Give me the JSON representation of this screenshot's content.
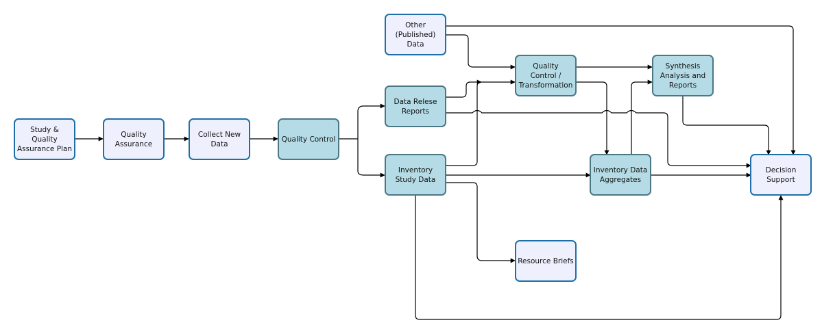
{
  "diagram": {
    "nodes": [
      {
        "id": "study_plan",
        "label": "Study &\nQuality\nAssurance Plan",
        "style": "a"
      },
      {
        "id": "quality_assurance",
        "label": "Quality\nAssurance",
        "style": "a"
      },
      {
        "id": "collect_new_data",
        "label": "Collect New\nData",
        "style": "a"
      },
      {
        "id": "quality_control",
        "label": "Quality Control",
        "style": "b"
      },
      {
        "id": "other_published_data",
        "label": "Other\n(Published)\nData",
        "style": "a"
      },
      {
        "id": "data_release_reports",
        "label": "Data Relese\nReports",
        "style": "b"
      },
      {
        "id": "inventory_study_data",
        "label": "Inventory\nStudy  Data",
        "style": "b"
      },
      {
        "id": "qc_transformation",
        "label": "Quality\nControl /\nTransformation",
        "style": "b"
      },
      {
        "id": "synthesis_analysis",
        "label": "Synthesis\nAnalysis and\nReports",
        "style": "b"
      },
      {
        "id": "inventory_aggregates",
        "label": "Inventory Data\nAggregates",
        "style": "b"
      },
      {
        "id": "decision_support",
        "label": "Decision\nSupport",
        "style": "a"
      },
      {
        "id": "resource_briefs",
        "label": "Resource Briefs",
        "style": "a"
      }
    ],
    "edges": [
      {
        "from": "study_plan",
        "to": "quality_assurance"
      },
      {
        "from": "quality_assurance",
        "to": "collect_new_data"
      },
      {
        "from": "collect_new_data",
        "to": "quality_control"
      },
      {
        "from": "quality_control",
        "to": "data_release_reports"
      },
      {
        "from": "quality_control",
        "to": "inventory_study_data"
      },
      {
        "from": "other_published_data",
        "to": "qc_transformation"
      },
      {
        "from": "other_published_data",
        "to": "decision_support"
      },
      {
        "from": "data_release_reports",
        "to": "qc_transformation"
      },
      {
        "from": "data_release_reports",
        "to": "decision_support"
      },
      {
        "from": "inventory_study_data",
        "to": "qc_transformation"
      },
      {
        "from": "inventory_study_data",
        "to": "inventory_aggregates"
      },
      {
        "from": "inventory_study_data",
        "to": "resource_briefs"
      },
      {
        "from": "inventory_study_data",
        "to": "decision_support"
      },
      {
        "from": "qc_transformation",
        "to": "synthesis_analysis"
      },
      {
        "from": "qc_transformation",
        "to": "inventory_aggregates"
      },
      {
        "from": "inventory_aggregates",
        "to": "synthesis_analysis"
      },
      {
        "from": "inventory_aggregates",
        "to": "decision_support"
      },
      {
        "from": "synthesis_analysis",
        "to": "decision_support"
      }
    ]
  },
  "colors": {
    "style_a_fill": "#eef0fd",
    "style_a_border": "#1e6fa8",
    "style_b_fill": "#b5dce6",
    "style_b_border": "#4b7785",
    "connector": "#000000"
  }
}
